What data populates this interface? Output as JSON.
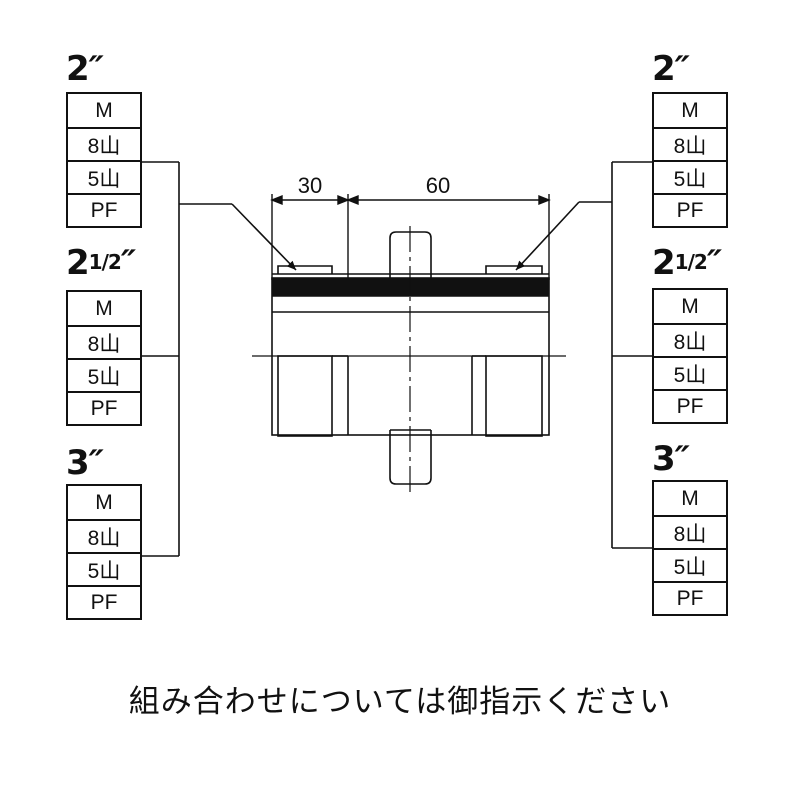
{
  "left_column": [
    {
      "size": "2",
      "mark": "″",
      "options": [
        "M",
        "8山",
        "5山",
        "PF"
      ]
    },
    {
      "size": "2",
      "fraction": "1/2",
      "mark": "″",
      "options": [
        "M",
        "8山",
        "5山",
        "PF"
      ]
    },
    {
      "size": "3",
      "mark": "″",
      "options": [
        "M",
        "8山",
        "5山",
        "PF"
      ]
    }
  ],
  "right_column": [
    {
      "size": "2",
      "mark": "″",
      "options": [
        "M",
        "8山",
        "5山",
        "PF"
      ]
    },
    {
      "size": "2",
      "fraction": "1/2",
      "mark": "″",
      "options": [
        "M",
        "8山",
        "5山",
        "PF"
      ]
    },
    {
      "size": "3",
      "mark": "″",
      "options": [
        "M",
        "8山",
        "5山",
        "PF"
      ]
    }
  ],
  "dimensions": {
    "left": "30",
    "right": "60"
  },
  "caption": "組み合わせについては御指示ください"
}
